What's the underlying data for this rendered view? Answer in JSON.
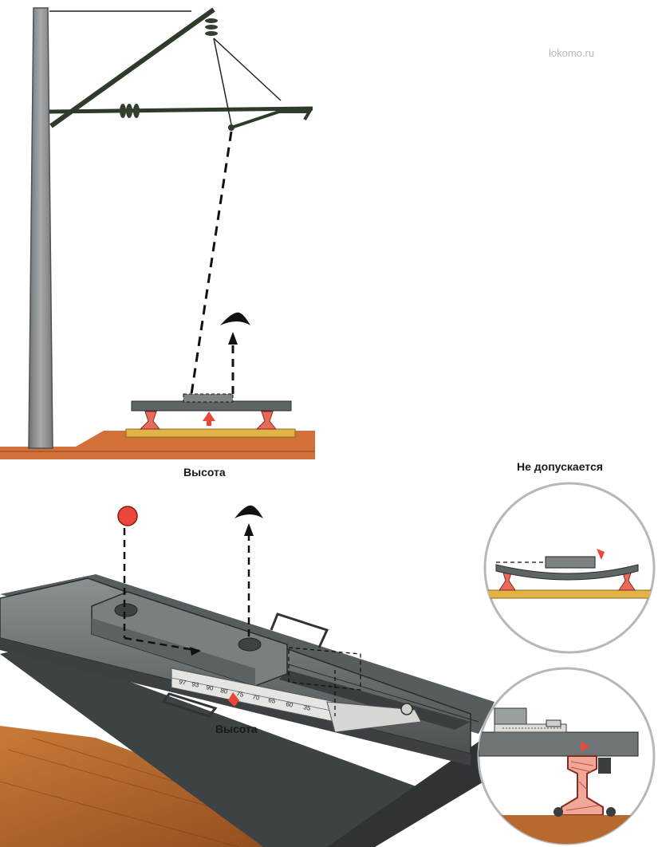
{
  "watermark": "lokomo.ru",
  "labels": {
    "height_top": "Высота",
    "height_bottom": "Высота",
    "not_allowed": "Не допускается"
  },
  "scale_ticks": [
    "97",
    "93",
    "90",
    "80",
    "75",
    "70",
    "65",
    "60",
    "35"
  ],
  "colors": {
    "ground": "#d2703a",
    "sleeper": "#e2b347",
    "rail_marker": "#e76a5a",
    "gauge_body": "#6f7476",
    "pole": "#8a8f93",
    "wood": "#b8692d"
  }
}
